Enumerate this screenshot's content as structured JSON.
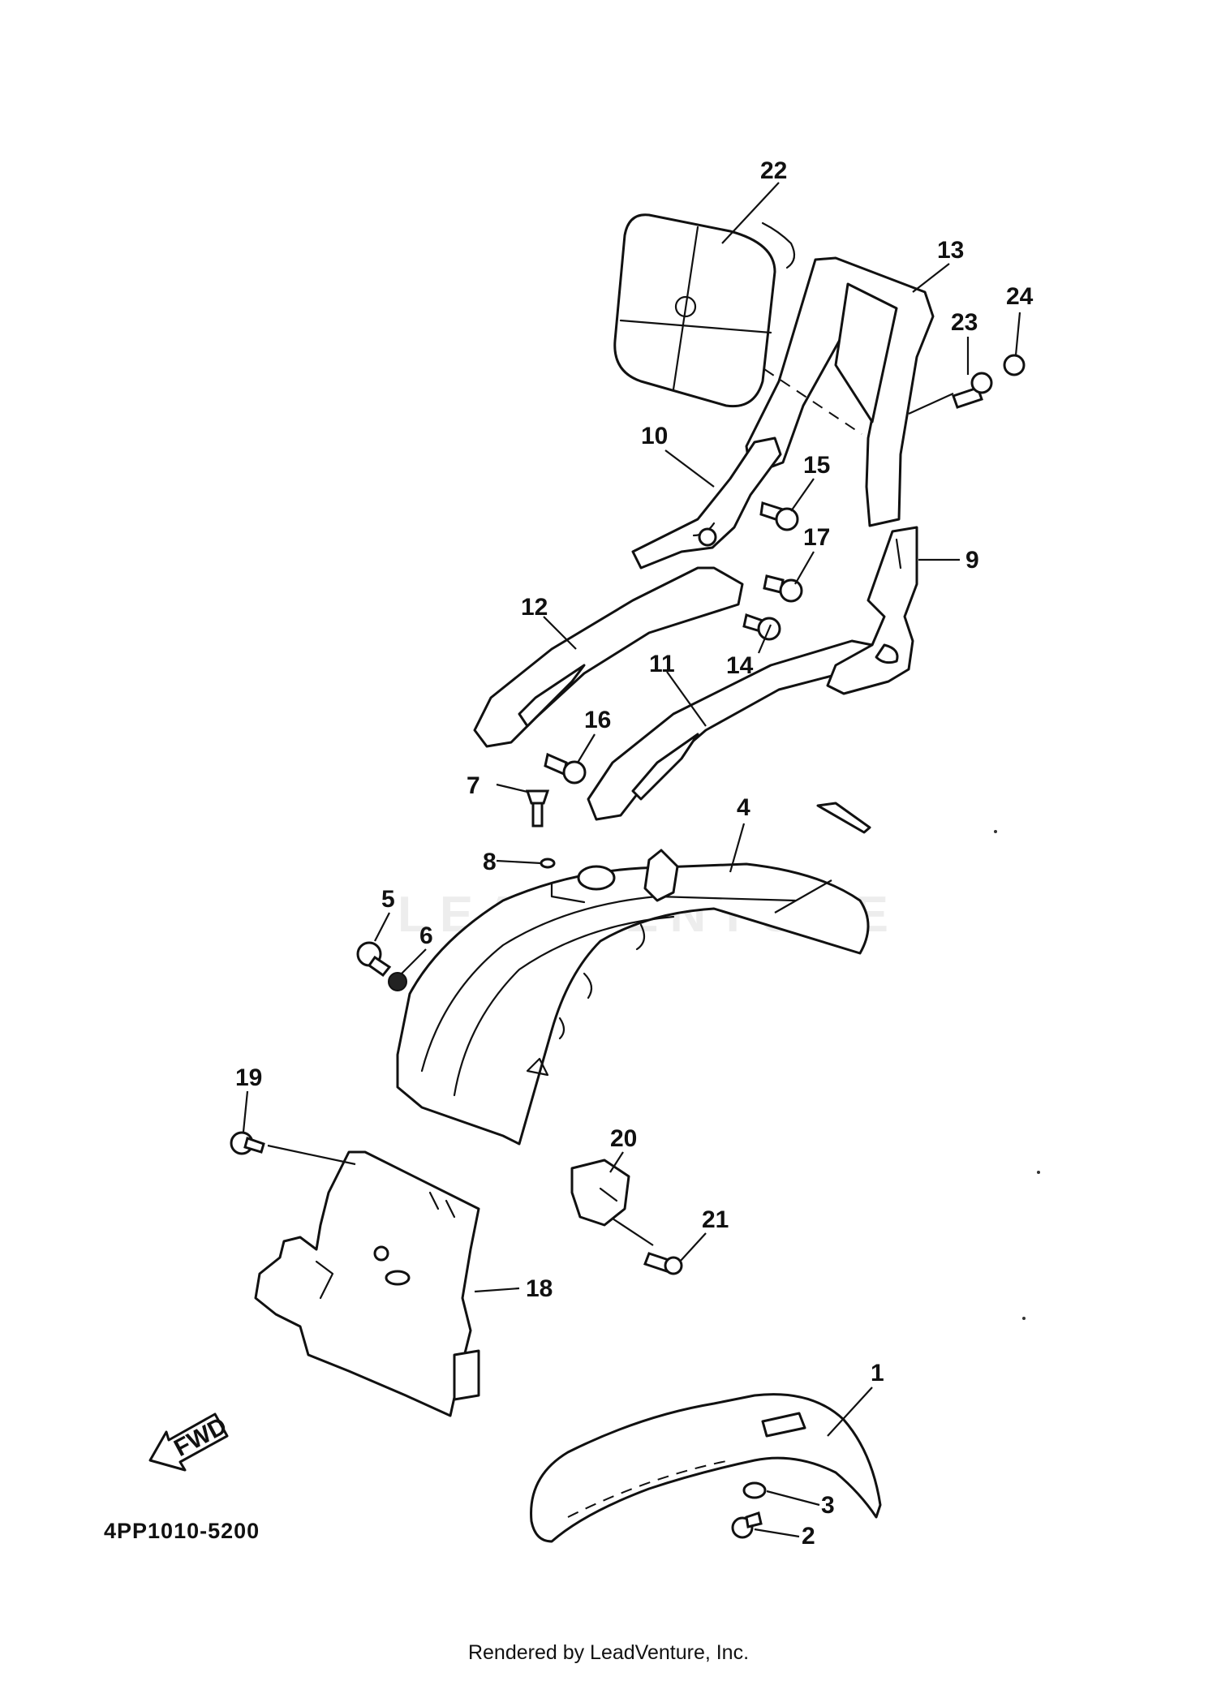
{
  "diagram": {
    "code": "4PP1010-5200",
    "credit": "Rendered by LeadVenture, Inc.",
    "watermark": "LEADVENTURE",
    "fwd_label": "FWD"
  },
  "callouts": [
    {
      "id": "22",
      "label": "22"
    },
    {
      "id": "13",
      "label": "13"
    },
    {
      "id": "24",
      "label": "24"
    },
    {
      "id": "23",
      "label": "23"
    },
    {
      "id": "10",
      "label": "10"
    },
    {
      "id": "15",
      "label": "15"
    },
    {
      "id": "17",
      "label": "17"
    },
    {
      "id": "9",
      "label": "9"
    },
    {
      "id": "12",
      "label": "12"
    },
    {
      "id": "14",
      "label": "14"
    },
    {
      "id": "11",
      "label": "11"
    },
    {
      "id": "16",
      "label": "16"
    },
    {
      "id": "7",
      "label": "7"
    },
    {
      "id": "8",
      "label": "8"
    },
    {
      "id": "4",
      "label": "4"
    },
    {
      "id": "5",
      "label": "5"
    },
    {
      "id": "6",
      "label": "6"
    },
    {
      "id": "19",
      "label": "19"
    },
    {
      "id": "20",
      "label": "20"
    },
    {
      "id": "21",
      "label": "21"
    },
    {
      "id": "18",
      "label": "18"
    },
    {
      "id": "1",
      "label": "1"
    },
    {
      "id": "3",
      "label": "3"
    },
    {
      "id": "2",
      "label": "2"
    }
  ]
}
